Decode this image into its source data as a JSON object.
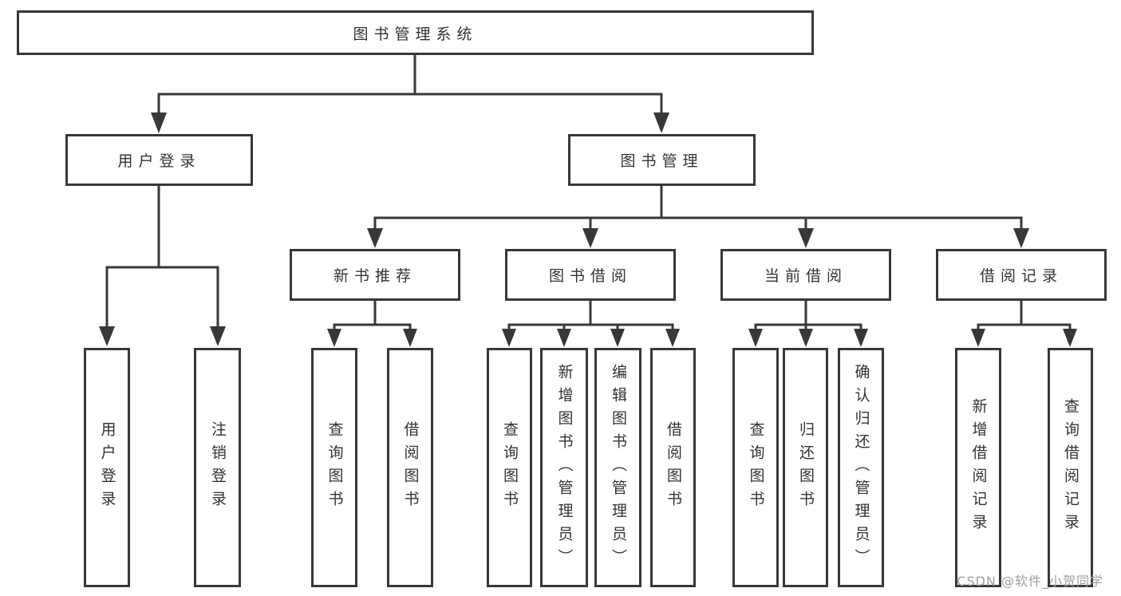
{
  "diagram_title": "图书管理系统",
  "colors": {
    "line": "#383838",
    "text": "#333333",
    "node_background": "#ffffff",
    "watermark": "#9e9e9e"
  },
  "tree": {
    "root": {
      "label": "图书管理系统"
    },
    "level2": [
      {
        "label": "用户登录",
        "children": [
          "用户登录",
          "注销登录"
        ]
      },
      {
        "label": "图书管理"
      }
    ],
    "level3": [
      {
        "label": "新书推荐",
        "children": [
          "查询图书",
          "借阅图书"
        ]
      },
      {
        "label": "图书借阅",
        "children": [
          "查询图书",
          "新增图书（管理员）",
          "编辑图书（管理员）",
          "借阅图书"
        ]
      },
      {
        "label": "当前借阅",
        "children": [
          "查询图书",
          "归还图书",
          "确认归还（管理员）"
        ]
      },
      {
        "label": "借阅记录",
        "children": [
          "新增借阅记录",
          "查询借阅记录"
        ]
      }
    ]
  },
  "watermark": {
    "text": "CSDN @软件_小贺同学"
  }
}
